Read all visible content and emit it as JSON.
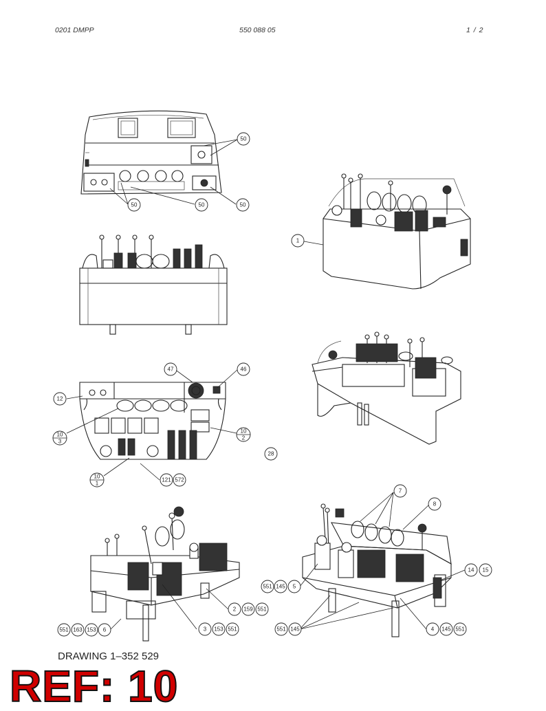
{
  "header": {
    "left": "0201 DMPP",
    "center": "550 088 05",
    "page": "1 /  2"
  },
  "drawing": "DRAWING 1–352 529",
  "ref": "REF: 10",
  "callouts": {
    "c50": "50",
    "c1": "1",
    "c47": "47",
    "c46": "46",
    "c12": "12",
    "c10": "10",
    "c3": "3",
    "c2": "2",
    "c28": "28",
    "c121": "121",
    "c572": "572",
    "c7": "7",
    "c8": "8",
    "c14": "14",
    "c15": "15",
    "c551": "551",
    "c145": "145",
    "c5": "5",
    "c159": "159",
    "c163": "163",
    "c153": "153",
    "c6": "6",
    "c4": "4"
  }
}
